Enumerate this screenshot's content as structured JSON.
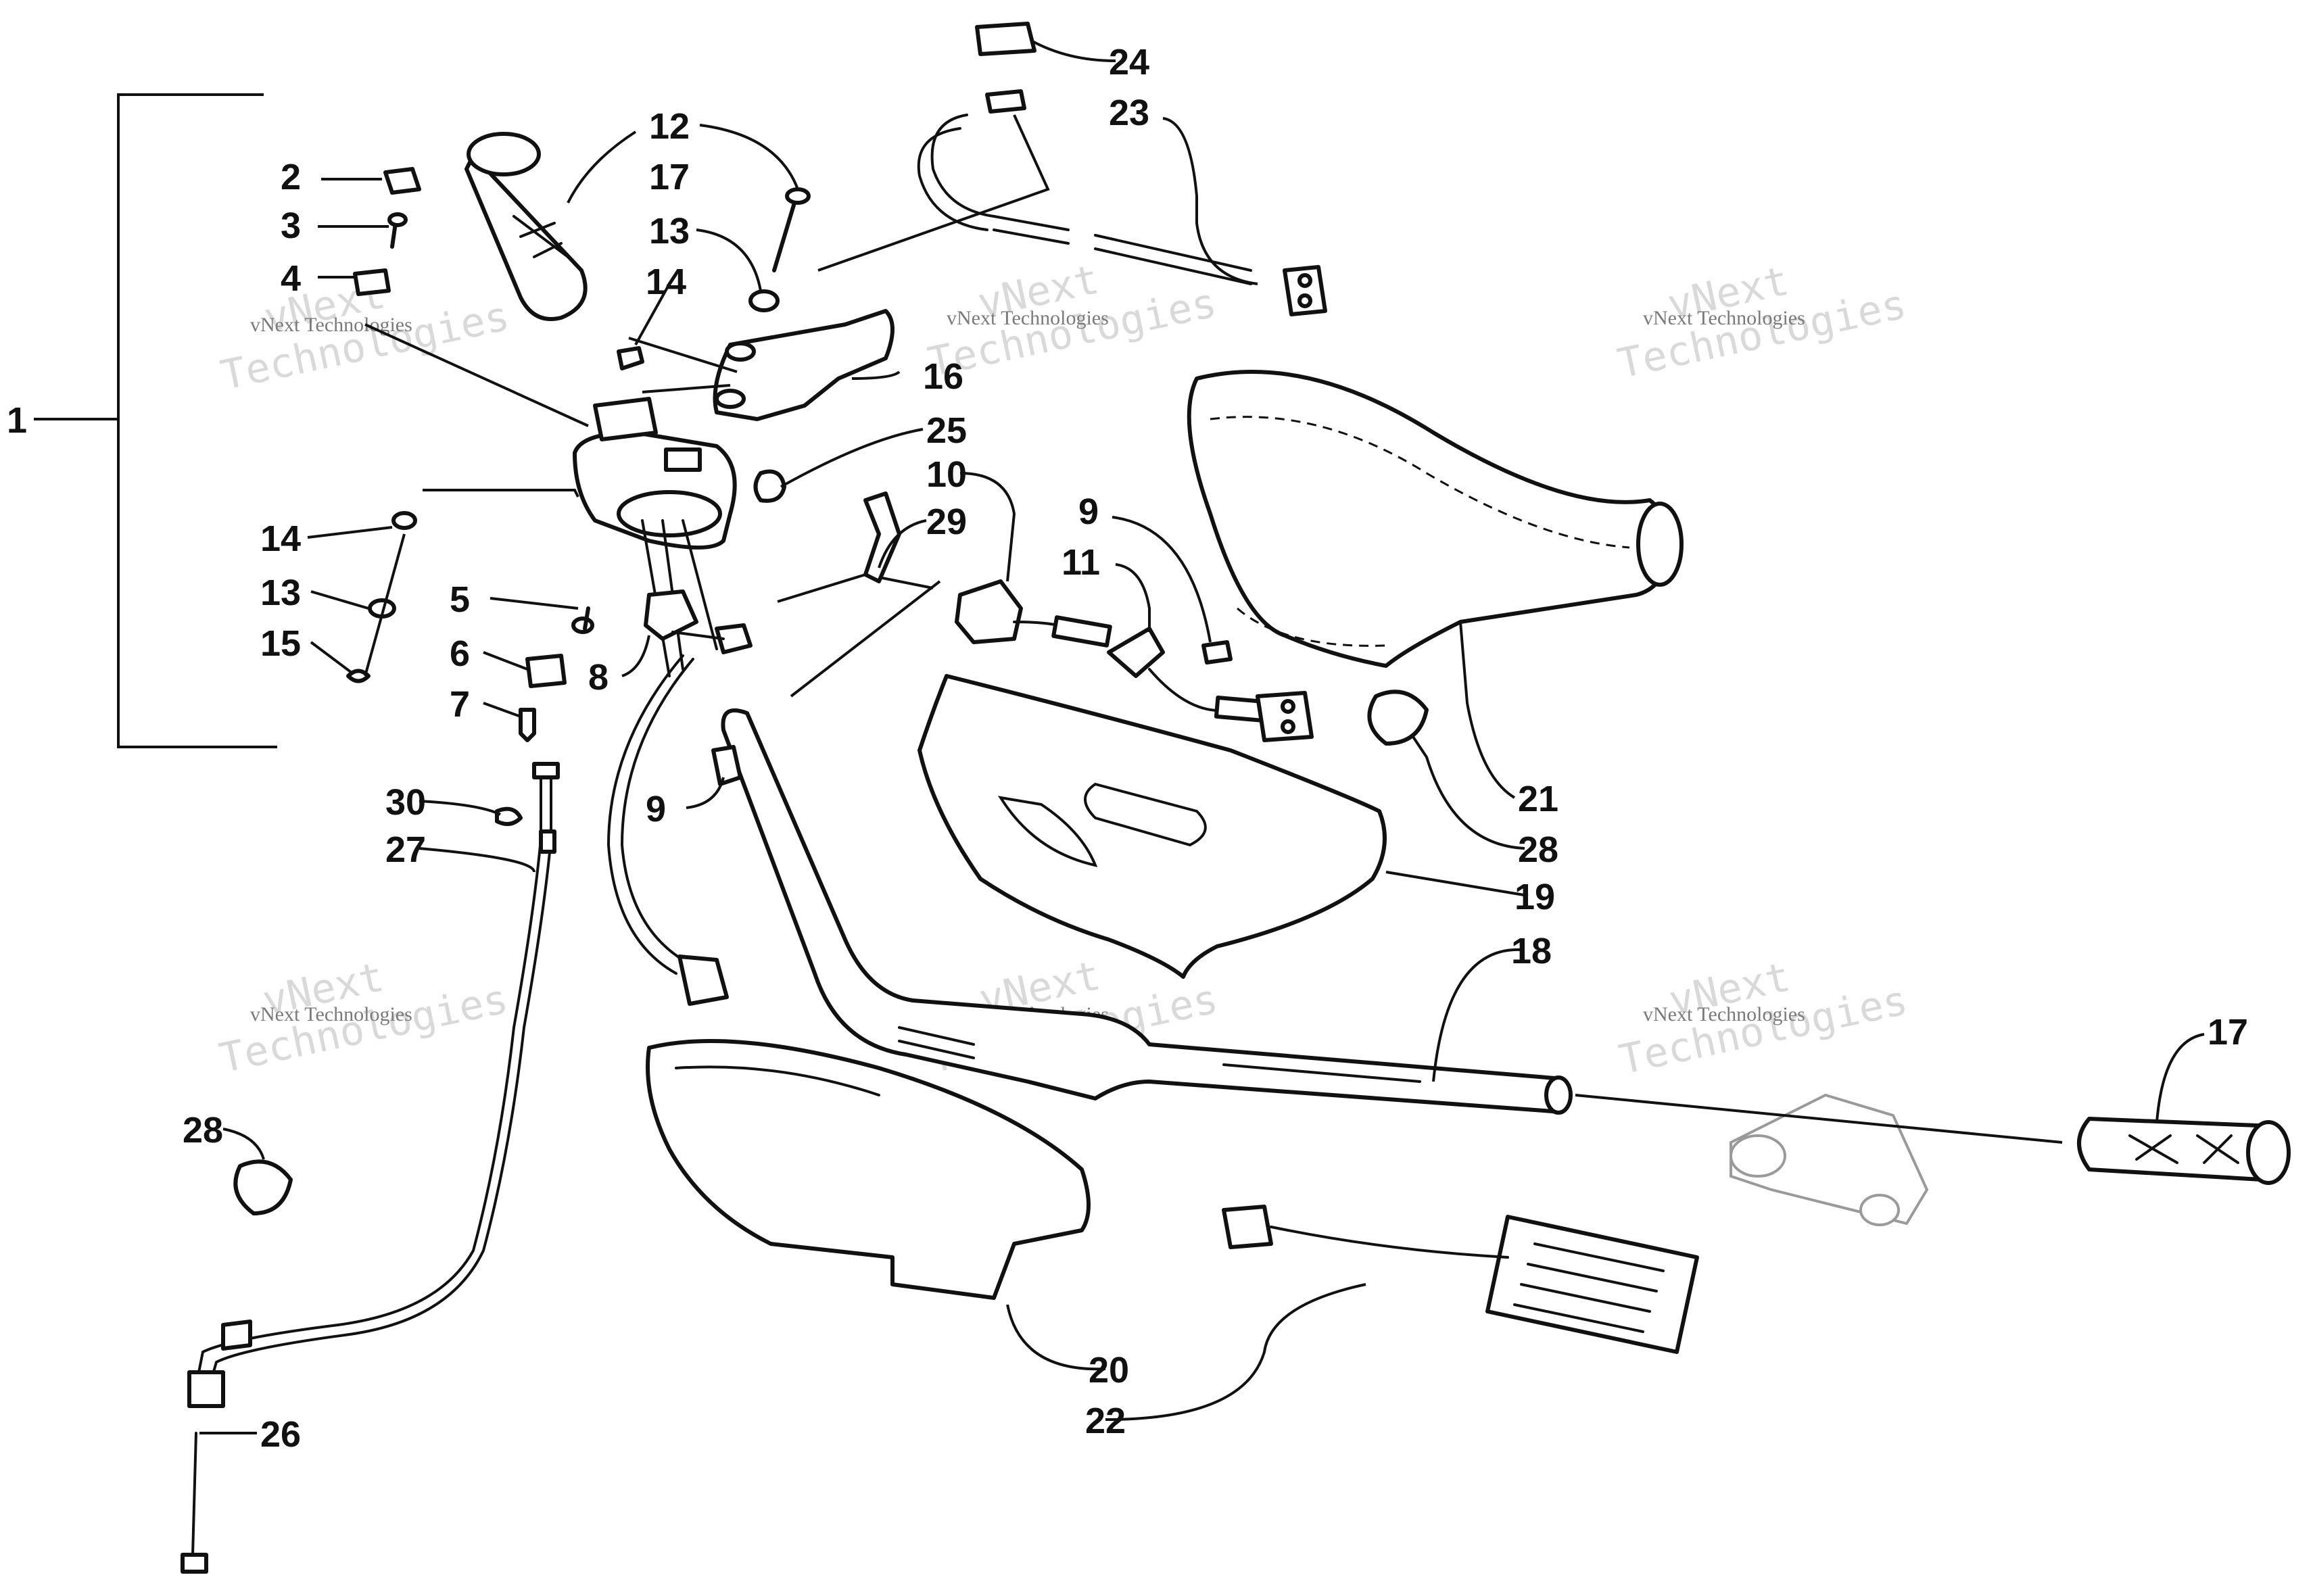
{
  "watermark": {
    "company": "vNext Technologies",
    "line1": "vNext",
    "line2": "Technologies"
  },
  "callouts": [
    {
      "id": "c1",
      "label": "1"
    },
    {
      "id": "c2",
      "label": "2"
    },
    {
      "id": "c3",
      "label": "3"
    },
    {
      "id": "c4",
      "label": "4"
    },
    {
      "id": "c5",
      "label": "5"
    },
    {
      "id": "c6",
      "label": "6"
    },
    {
      "id": "c7",
      "label": "7"
    },
    {
      "id": "c8",
      "label": "8"
    },
    {
      "id": "c9a",
      "label": "9"
    },
    {
      "id": "c9b",
      "label": "9"
    },
    {
      "id": "c10",
      "label": "10"
    },
    {
      "id": "c11",
      "label": "11"
    },
    {
      "id": "c12",
      "label": "12"
    },
    {
      "id": "c13a",
      "label": "13"
    },
    {
      "id": "c13b",
      "label": "13"
    },
    {
      "id": "c14a",
      "label": "14"
    },
    {
      "id": "c14b",
      "label": "14"
    },
    {
      "id": "c15",
      "label": "15"
    },
    {
      "id": "c16",
      "label": "16"
    },
    {
      "id": "c17a",
      "label": "17"
    },
    {
      "id": "c17b",
      "label": "17"
    },
    {
      "id": "c18",
      "label": "18"
    },
    {
      "id": "c19",
      "label": "19"
    },
    {
      "id": "c20",
      "label": "20"
    },
    {
      "id": "c21",
      "label": "21"
    },
    {
      "id": "c22",
      "label": "22"
    },
    {
      "id": "c23",
      "label": "23"
    },
    {
      "id": "c24",
      "label": "24"
    },
    {
      "id": "c25",
      "label": "25"
    },
    {
      "id": "c26",
      "label": "26"
    },
    {
      "id": "c27",
      "label": "27"
    },
    {
      "id": "c28a",
      "label": "28"
    },
    {
      "id": "c28b",
      "label": "28"
    },
    {
      "id": "c29",
      "label": "29"
    },
    {
      "id": "c30",
      "label": "30"
    }
  ]
}
